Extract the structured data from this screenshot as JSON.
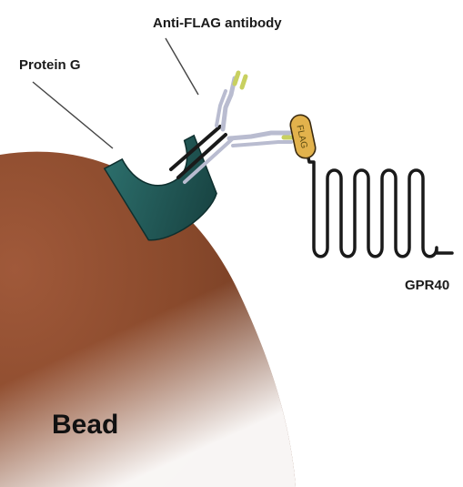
{
  "labels": {
    "antibody": "Anti-FLAG antibody",
    "protein_g": "Protein G",
    "receptor": "GPR40",
    "bead": "Bead",
    "flag_tag": "FLAG"
  },
  "colors": {
    "bead": "#8a4a2c",
    "protein_g": "#1f5a58",
    "antibody_light": "#b9bcd0",
    "antibody_dark": "#1a1a1a",
    "antibody_tip": "#c8d060",
    "flag_tag": "#e2b24c",
    "receptor_line": "#1a1a1a"
  }
}
